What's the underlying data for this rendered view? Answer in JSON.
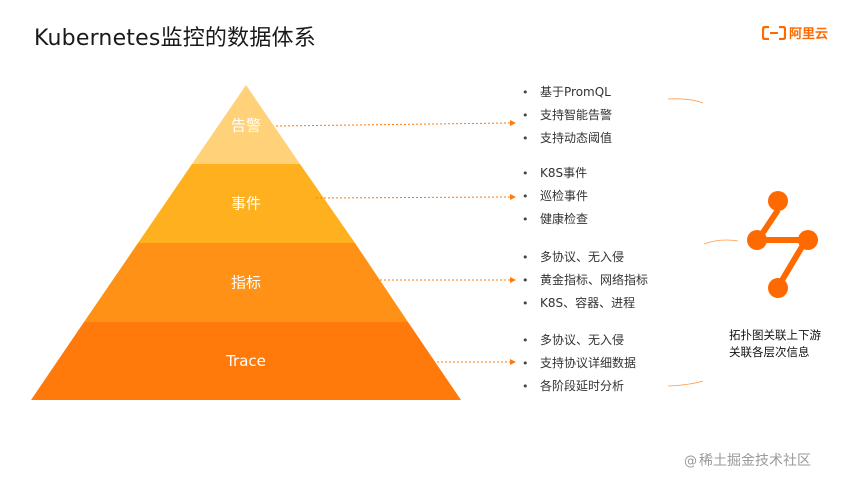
{
  "title": "Kubernetes监控的数据体系",
  "brand": {
    "name": "阿里云",
    "accent": "#ff6a00"
  },
  "tiers": [
    {
      "label": "告警",
      "color": "#ffd27a",
      "items": [
        "基于PromQL",
        "支持智能告警",
        "支持动态阈值"
      ]
    },
    {
      "label": "事件",
      "color": "#ffb01f",
      "items": [
        "K8S事件",
        "巡检事件",
        "健康检查"
      ]
    },
    {
      "label": "指标",
      "color": "#ff9216",
      "items": [
        "多协议、无入侵",
        "黄金指标、网络指标",
        "K8S、容器、进程"
      ]
    },
    {
      "label": "Trace",
      "color": "#ff7a0a",
      "items": [
        "多协议、无入侵",
        "支持协议详细数据",
        "各阶段延时分析"
      ]
    }
  ],
  "topology": {
    "icon": "topology-share-icon",
    "caption_line1": "拓扑图关联上下游",
    "caption_line2": "关联各层次信息",
    "color": "#ff6a00"
  },
  "watermark": {
    "at": "@",
    "text": "稀土掘金技术社区"
  }
}
